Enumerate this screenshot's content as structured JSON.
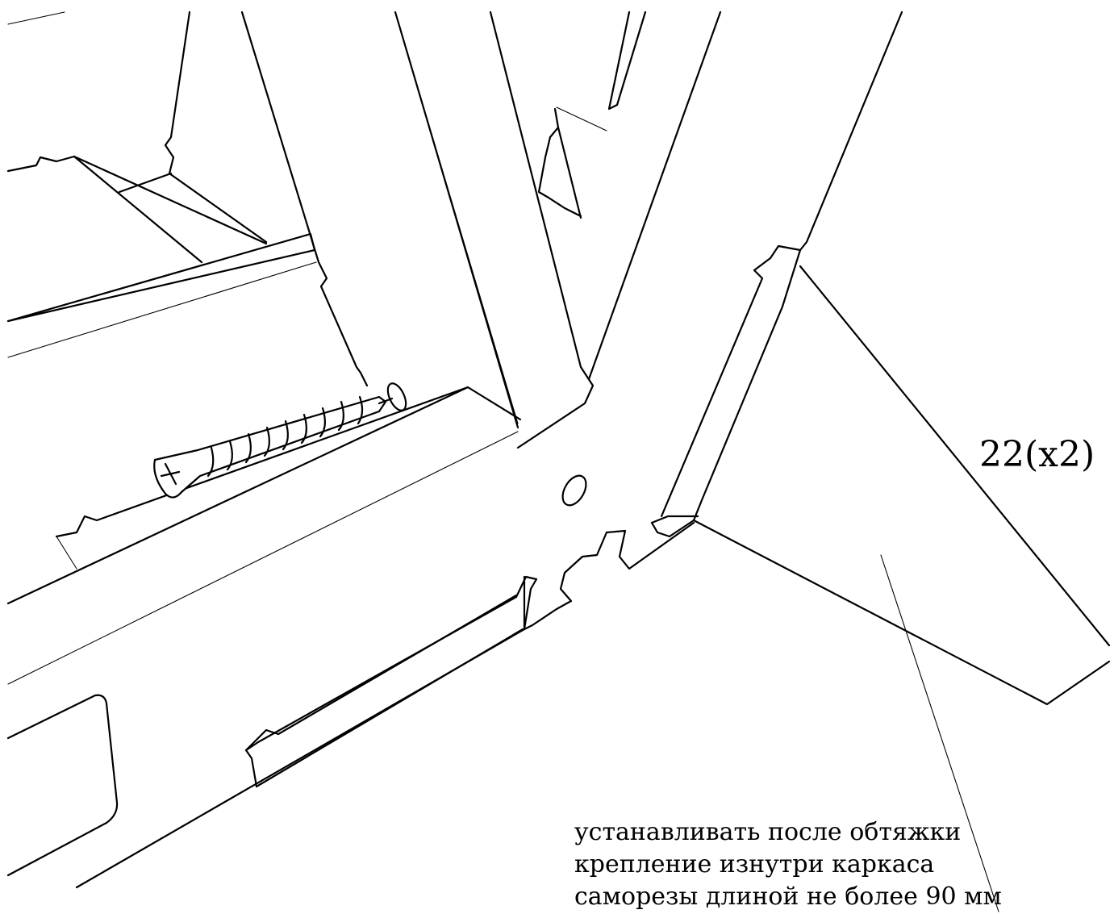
{
  "part_label": "22(x2)",
  "notes": [
    "устанавливать после обтяжки",
    "крепление изнутри каркаса",
    "саморезы длиной не более 90 мм"
  ]
}
